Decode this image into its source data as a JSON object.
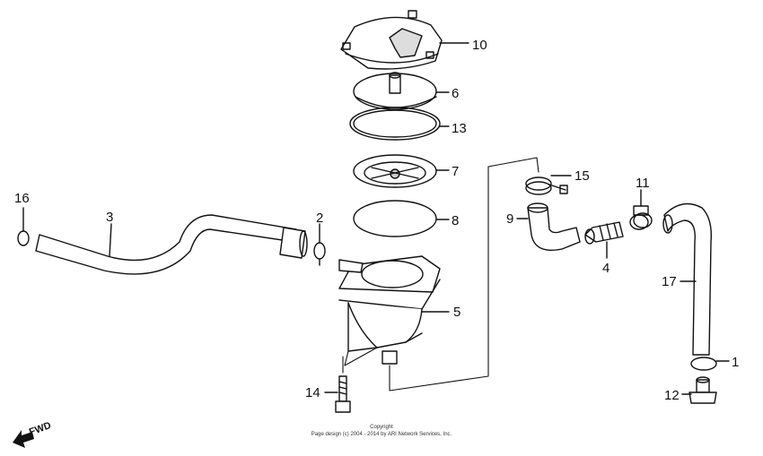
{
  "callouts": [
    "10",
    "6",
    "13",
    "7",
    "8",
    "5",
    "16",
    "3",
    "2",
    "14",
    "15",
    "11",
    "9",
    "4",
    "17",
    "1",
    "12"
  ],
  "copyright": {
    "line1": "Copyright",
    "line2": "Page design (c) 2004 - 2014 by ARI Network Services, Inc."
  },
  "fwd_label": "FWD",
  "colors": {
    "ink": "#111111",
    "background": "#ffffff"
  }
}
